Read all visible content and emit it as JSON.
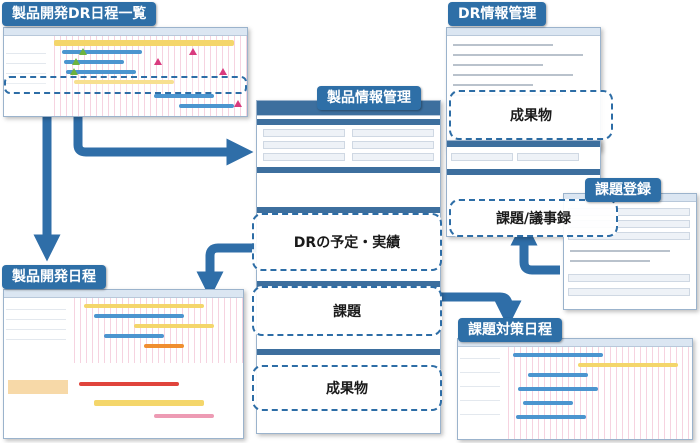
{
  "labels": {
    "dr_schedule_list": "製品開発DR日程一覧",
    "dr_info": "DR情報管理",
    "product_info": "製品情報管理",
    "issue_registration": "課題登録",
    "dev_schedule": "製品開発日程",
    "issue_schedule": "課題対策日程"
  },
  "highlights": {
    "deliverables_top": "成果物",
    "issues_minutes": "課題/議事録",
    "dr_plan_actual": "DRの予定・実績",
    "issues": "課題",
    "deliverables_bottom": "成果物"
  },
  "colors": {
    "label_bg": "#2e6fa7",
    "arrow": "#2f6ea8",
    "dashed_border": "#2d6da6"
  }
}
